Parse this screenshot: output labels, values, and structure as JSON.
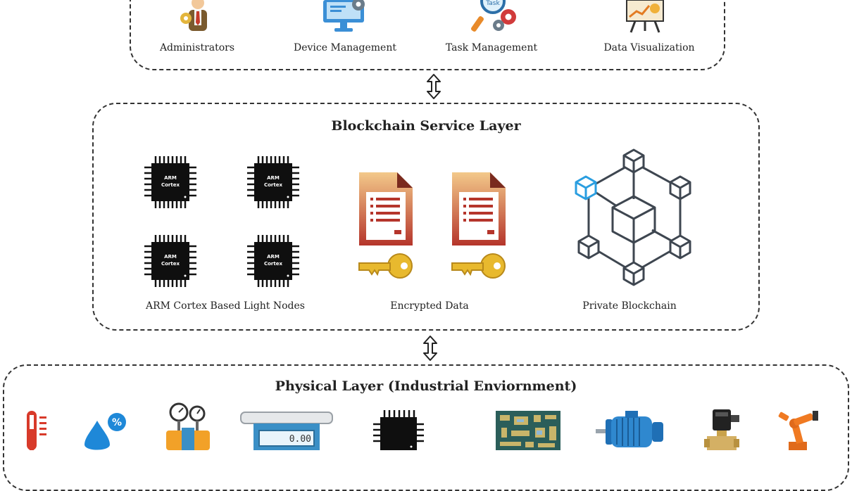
{
  "app_layer": {
    "items": [
      {
        "label": "Administrators",
        "icon": "administrator-icon"
      },
      {
        "label": "Device Management",
        "icon": "monitor-gear-icon"
      },
      {
        "label": "Task  Management",
        "icon": "task-magnifier-gear-icon"
      },
      {
        "label": "Data Visualization",
        "icon": "chart-board-icon"
      }
    ]
  },
  "blockchain_layer": {
    "title": "Blockchain Service Layer",
    "chip_text_line1": "ARM",
    "chip_text_line2": "Cortex",
    "nodes_label": "ARM Cortex Based Light Nodes",
    "encrypted_label": "Encrypted Data",
    "private_label": "Private Blockchain"
  },
  "physical_layer": {
    "title": "Physical Layer (Industrial Enviornment)",
    "scale_reading": "0.00",
    "devices": [
      "thermometer-icon",
      "humidity-drop-icon",
      "pressure-gauge-icon",
      "weighing-scale-icon",
      "microcontroller-icon",
      "circuit-board-icon",
      "electric-motor-icon",
      "solenoid-valve-icon",
      "robot-arm-icon"
    ]
  },
  "colors": {
    "border": "#333333",
    "monitor_blue": "#3b8fd6",
    "doc_red": "#b5352b",
    "key_gold": "#e8b92e",
    "cube_gray": "#3e4650",
    "cube_blue": "#2a9ee0"
  }
}
